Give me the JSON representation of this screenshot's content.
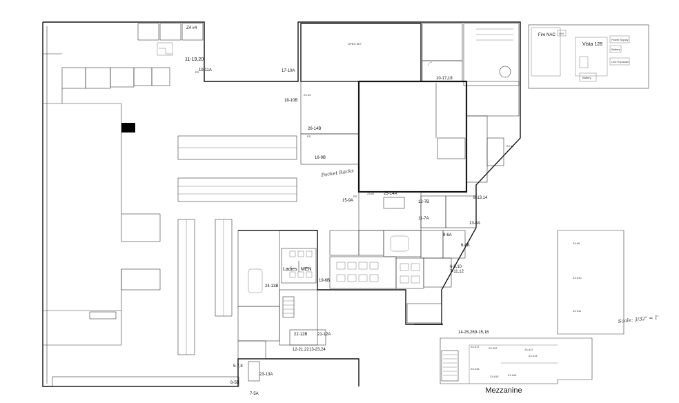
{
  "title": "Mezzanine",
  "scale_note": "Scale: 3/32\" = 1'",
  "handwritten_note": "Pocket Racks",
  "equipment_panel": {
    "fire_nac": "Fire NAC",
    "lim": "LIM",
    "vista": "Vista 128",
    "power_supply": "Power Supply",
    "battery_small": "Battery",
    "line_expander": "Line Expander",
    "battery": "Battery"
  },
  "restrooms": {
    "ladies": "Ladies",
    "men": "MEN"
  },
  "room_labels": [
    "Z4 #4",
    "11-19,20",
    "19-11A",
    "17-10A",
    "18-10B",
    "26-14B",
    "16-9B",
    "Z4 #3",
    "Z4 #2",
    "Z4 #1",
    "10-17,18",
    "15-9A",
    "25-14A",
    "12-7B",
    "11-7A",
    "8-13,14",
    "13-8A",
    "9-6A",
    "6-4B",
    "6-9,10",
    "7-11,12",
    "24-13B",
    "19-6B",
    "22-12B",
    "21-12A",
    "12-21,22",
    "13-23,24",
    "5-7,8",
    "8-5B",
    "23-13A",
    "7-5A",
    "14-25,26",
    "9-15,16",
    "Z4 #9",
    "Z4 #10",
    "Z4 #11",
    "Z4 #12",
    "Z4 #13",
    "Z4 #14",
    "Z4 #15",
    "Z4 #16",
    "Z4 #17",
    "Z4 #22",
    "OPEN SET",
    "ES"
  ]
}
